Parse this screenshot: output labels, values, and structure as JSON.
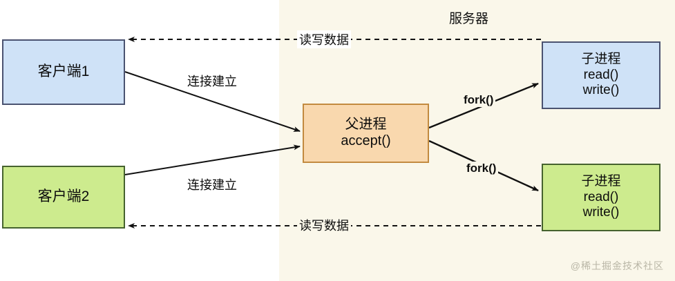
{
  "diagram": {
    "server_panel_title": "服务器",
    "background_color": "#ffffff",
    "server_panel_color": "#faf7ea"
  },
  "nodes": {
    "client1": {
      "label": "客户端1",
      "fill": "#cfe2f7",
      "stroke": "#4a5270"
    },
    "client2": {
      "label": "客户端2",
      "fill": "#cdeb8e",
      "stroke": "#45622e"
    },
    "parent_process": {
      "line1": "父进程",
      "line2": "accept()",
      "fill": "#f9d8ae",
      "stroke": "#c28a3f"
    },
    "child1": {
      "line1": "子进程",
      "line2": "read()",
      "line3": "write()",
      "fill": "#cfe2f7",
      "stroke": "#4a5270"
    },
    "child2": {
      "line1": "子进程",
      "line2": "read()",
      "line3": "write()",
      "fill": "#cdeb8e",
      "stroke": "#45622e"
    }
  },
  "edges": {
    "read_write_top": "读写数据",
    "read_write_bottom": "读写数据",
    "connect_1": "连接建立",
    "connect_2": "连接建立",
    "fork_1": "fork()",
    "fork_2": "fork()"
  },
  "watermark": "@稀土掘金技术社区"
}
